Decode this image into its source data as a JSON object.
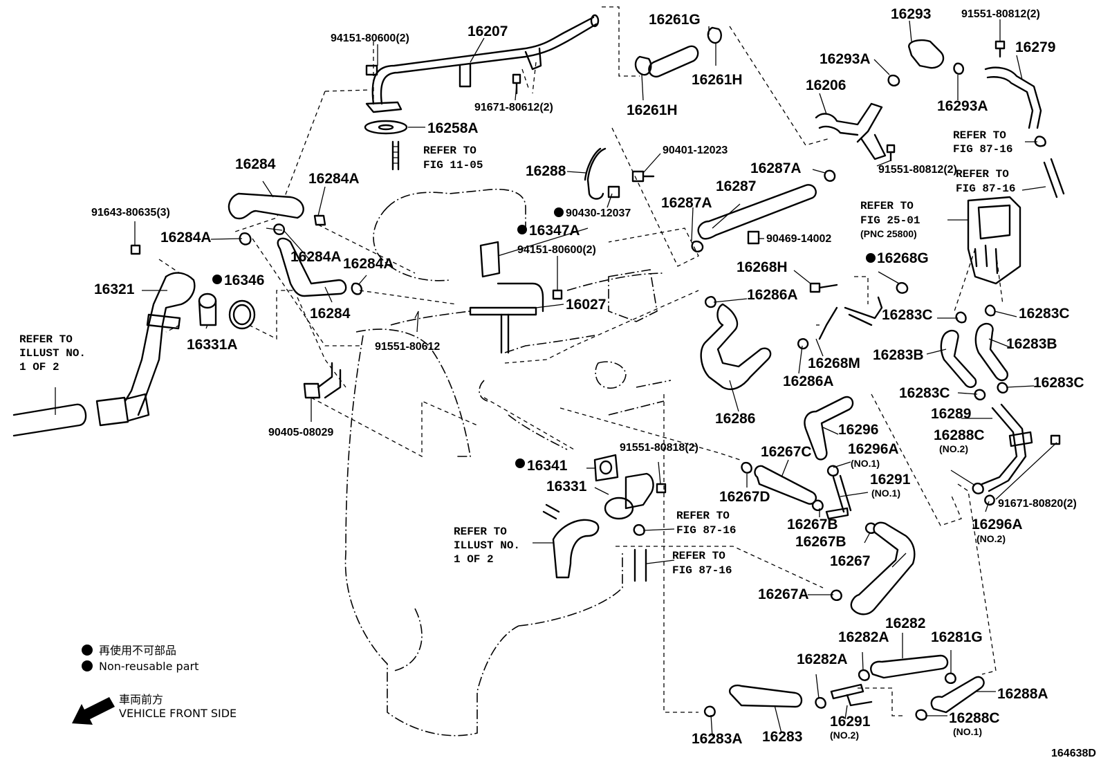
{
  "diagram_id": "164638D",
  "legend": {
    "jp": "再使用不可部品",
    "en": "Non-reusable part",
    "direction_jp": "車両前方",
    "direction_en": "VEHICLE FRONT SIDE"
  },
  "labels": {
    "p16207": "16207",
    "p94151_80600_2_top": "94151-80600(2)",
    "p91671_80612_2": "91671-80612(2)",
    "p16258A": "16258A",
    "refer_fig_11_05_a": "REFER TO",
    "refer_fig_11_05_b": "FIG 11-05",
    "p16261G": "16261G",
    "p16261H_a": "16261H",
    "p16261H_b": "16261H",
    "p16293": "16293",
    "p91551_80812_2_top": "91551-80812(2)",
    "p16293A_a": "16293A",
    "p16279": "16279",
    "p16206": "16206",
    "p16293A_b": "16293A",
    "refer_fig_87_16_a1": "REFER TO",
    "refer_fig_87_16_a2": "FIG 87-16",
    "refer_fig_87_16_b1": "REFER TO",
    "refer_fig_87_16_b2": "FIG 87-16",
    "p16284_a": "16284",
    "p16284A_a": "16284A",
    "p91643_80635_3": "91643-80635(3)",
    "p16284A_b": "16284A",
    "p16284A_c": "16284A",
    "p16284A_d": "16284A",
    "p16346": "16346",
    "p16321": "16321",
    "p16284_b": "16284",
    "p16331A": "16331A",
    "p16288": "16288",
    "p90401_12023": "90401-12023",
    "p90430_12037": "90430-12037",
    "p16347A": "16347A",
    "p94151_80600_2_mid": "94151-80600(2)",
    "p16027": "16027",
    "p91551_80612": "91551-80612",
    "p16287A_a": "16287A",
    "p91551_80812_2_mid": "91551-80812(2)",
    "p16287": "16287",
    "p16287A_b": "16287A",
    "p90469_14002": "90469-14002",
    "refer_fig_25_01_a": "REFER TO",
    "refer_fig_25_01_b": "FIG 25-01",
    "refer_fig_25_01_c": "(PNC 25800)",
    "p16268H": "16268H",
    "p16268G": "16268G",
    "p16286A_a": "16286A",
    "p16283C_a": "16283C",
    "p16283C_b": "16283C",
    "p16268M": "16268M",
    "p16283B_a": "16283B",
    "p16283B_b": "16283B",
    "p16286A_b": "16286A",
    "p16283C_c": "16283C",
    "p16283C_d": "16283C",
    "p16286": "16286",
    "p16289": "16289",
    "p16296": "16296",
    "p16288C_no2": "16288C",
    "no2_a": "(NO.2)",
    "p16296A_no1": "16296A",
    "no1_a": "(NO.1)",
    "p16267C": "16267C",
    "p91551_80818_2": "91551-80818(2)",
    "p16341": "16341",
    "p16291_no1": "16291",
    "no1_b": "(NO.1)",
    "p91671_80820_2": "91671-80820(2)",
    "p16331": "16331",
    "p16267D": "16267D",
    "refer_fig_87_16_c1": "REFER TO",
    "refer_fig_87_16_c2": "FIG 87-16",
    "p16267B_a": "16267B",
    "p16296A_no2": "16296A",
    "no2_b": "(NO.2)",
    "p16267B_b": "16267B",
    "refer_illust_a1": "REFER TO",
    "refer_illust_a2": "ILLUST NO.",
    "refer_illust_a3": "1 OF 2",
    "refer_illust_b1": "REFER TO",
    "refer_illust_b2": "ILLUST NO.",
    "refer_illust_b3": "1 OF 2",
    "p16267": "16267",
    "refer_fig_87_16_d1": "REFER TO",
    "refer_fig_87_16_d2": "FIG 87-16",
    "p90405_08029": "90405-08029",
    "p16267A": "16267A",
    "p16282": "16282",
    "p16282A_a": "16282A",
    "p16281G": "16281G",
    "p16282A_b": "16282A",
    "p16288A": "16288A",
    "p16291_no2": "16291",
    "no2_c": "(NO.2)",
    "p16288C_no1": "16288C",
    "no1_c": "(NO.1)",
    "p16283A": "16283A",
    "p16283": "16283"
  }
}
